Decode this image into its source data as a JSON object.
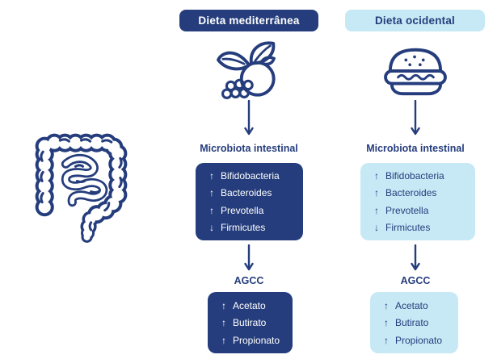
{
  "colors": {
    "navy": "#253D7C",
    "light_blue": "#C6E9F5",
    "white": "#FFFFFF"
  },
  "left_illustration": {
    "icon": "intestine-icon"
  },
  "columns": [
    {
      "id": "mediterranea",
      "header": "Dieta mediterrânea",
      "theme": "dark",
      "diet_icon": "fruit-leaves-icon",
      "microbiota": {
        "title": "Microbiota intestinal",
        "items": [
          {
            "arrow": "↑",
            "label": "Bifidobacteria"
          },
          {
            "arrow": "↑",
            "label": "Bacteroides"
          },
          {
            "arrow": "↑",
            "label": "Prevotella"
          },
          {
            "arrow": "↓",
            "label": "Firmicutes"
          }
        ]
      },
      "agcc": {
        "title": "AGCC",
        "items": [
          {
            "arrow": "↑",
            "label": "Acetato"
          },
          {
            "arrow": "↑",
            "label": "Butirato"
          },
          {
            "arrow": "↑",
            "label": "Propionato"
          }
        ]
      }
    },
    {
      "id": "ocidental",
      "header": "Dieta ocidental",
      "theme": "light",
      "diet_icon": "burger-icon",
      "microbiota": {
        "title": "Microbiota intestinal",
        "items": [
          {
            "arrow": "↑",
            "label": "Bifidobacteria"
          },
          {
            "arrow": "↑",
            "label": "Bacteroides"
          },
          {
            "arrow": "↑",
            "label": "Prevotella"
          },
          {
            "arrow": "↓",
            "label": "Firmicutes"
          }
        ]
      },
      "agcc": {
        "title": "AGCC",
        "items": [
          {
            "arrow": "↑",
            "label": "Acetato"
          },
          {
            "arrow": "↑",
            "label": "Butirato"
          },
          {
            "arrow": "↑",
            "label": "Propionato"
          }
        ]
      }
    }
  ]
}
